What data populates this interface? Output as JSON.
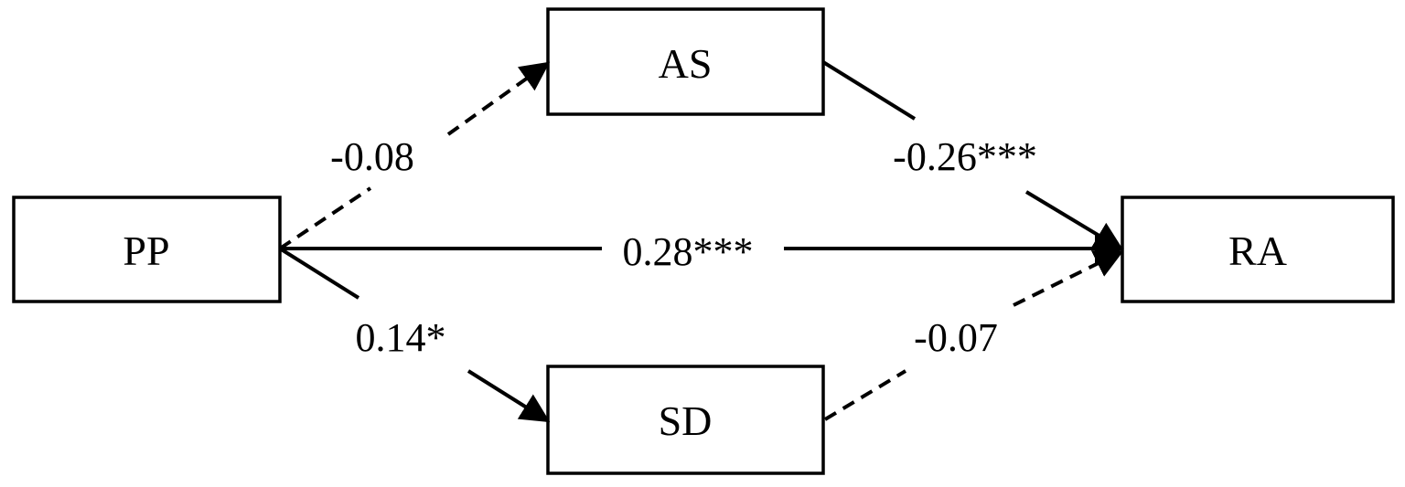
{
  "nodes": {
    "pp": "PP",
    "as": "AS",
    "sd": "SD",
    "ra": "RA"
  },
  "paths": {
    "pp_as": "-0.08",
    "as_ra": "-0.26***",
    "pp_ra": "0.28***",
    "pp_sd": "0.14*",
    "sd_ra": "-0.07"
  },
  "colors": {
    "stroke": "#000000",
    "background": "#ffffff"
  }
}
